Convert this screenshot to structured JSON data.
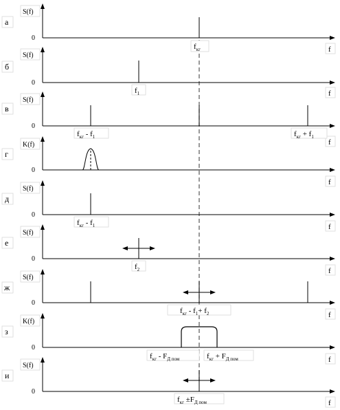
{
  "panels": [
    {
      "letter": "а",
      "y_label": "S(f)",
      "zero": "0",
      "x_label": "f",
      "freq_labels": [
        {
          "main": "f",
          "sub": "кг",
          "tail": ""
        }
      ]
    },
    {
      "letter": "б",
      "y_label": "S(f)",
      "zero": "0",
      "x_label": "f",
      "freq_labels": [
        {
          "main": "f",
          "sub": "1",
          "tail": ""
        }
      ]
    },
    {
      "letter": "в",
      "y_label": "S(f)",
      "zero": "0",
      "x_label": "f",
      "freq_labels": [
        {
          "main": "f",
          "sub": "кг",
          "tail": " - f",
          "sub2": "1"
        },
        {
          "main": "f",
          "sub": "кг",
          "tail": " + f",
          "sub2": "1"
        }
      ]
    },
    {
      "letter": "г",
      "y_label": "K(f)",
      "zero": "0",
      "x_label": "f",
      "freq_labels": []
    },
    {
      "letter": "д",
      "y_label": "S(f)",
      "zero": "0",
      "x_label": "f",
      "freq_labels": [
        {
          "main": "f",
          "sub": "кг",
          "tail": " - f",
          "sub2": "1"
        }
      ]
    },
    {
      "letter": "е",
      "y_label": "S(f)",
      "zero": "0",
      "x_label": "f",
      "freq_labels": [
        {
          "main": "f",
          "sub": "2",
          "tail": ""
        }
      ]
    },
    {
      "letter": "ж",
      "y_label": "S(f)",
      "zero": "0",
      "x_label": "f",
      "freq_labels": [
        {
          "main": "f",
          "sub": "кг",
          "tail": " - f",
          "sub2": "1",
          "tail2": "+ f",
          "sub3": "2"
        }
      ]
    },
    {
      "letter": "з",
      "y_label": "K(f)",
      "zero": "0",
      "x_label": "f",
      "freq_labels": [
        {
          "main": "f",
          "sub": "кг",
          "tail": " - F",
          "sub2": "Д пом"
        },
        {
          "main": "f",
          "sub": "кг",
          "tail": " + F",
          "sub2": "Д пом"
        }
      ]
    },
    {
      "letter": "и",
      "y_label": "S(f)",
      "zero": "0",
      "x_label": "f",
      "freq_labels": [
        {
          "main": "f",
          "sub": "кг",
          "tail": " ±F",
          "sub2": "Д пом"
        }
      ]
    }
  ]
}
